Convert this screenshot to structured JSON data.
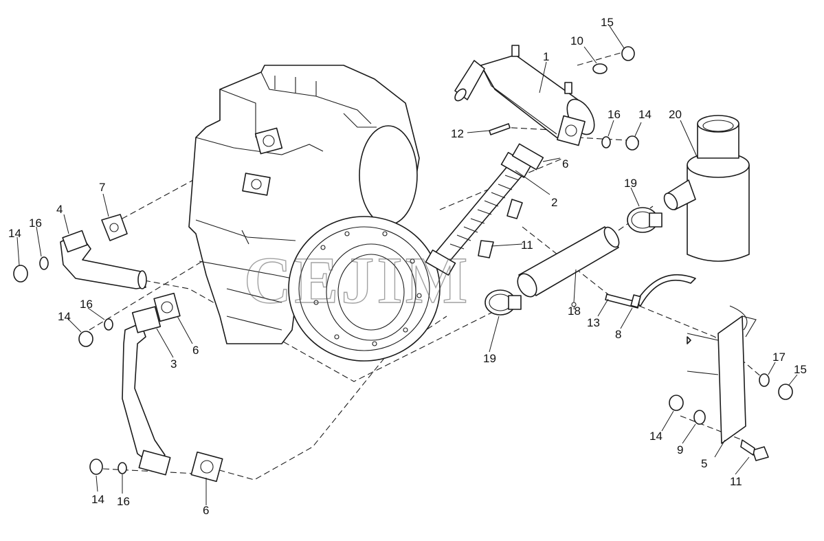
{
  "diagram": {
    "watermark": "CEJIM",
    "callouts": [
      {
        "id": "c1",
        "label": "1"
      },
      {
        "id": "c2",
        "label": "2"
      },
      {
        "id": "c3",
        "label": "3"
      },
      {
        "id": "c4",
        "label": "4"
      },
      {
        "id": "c5",
        "label": "5"
      },
      {
        "id": "c6a",
        "label": "6"
      },
      {
        "id": "c6b",
        "label": "6"
      },
      {
        "id": "c6c",
        "label": "6"
      },
      {
        "id": "c7",
        "label": "7"
      },
      {
        "id": "c8",
        "label": "8"
      },
      {
        "id": "c9",
        "label": "9"
      },
      {
        "id": "c10",
        "label": "10"
      },
      {
        "id": "c11a",
        "label": "11"
      },
      {
        "id": "c11b",
        "label": "11"
      },
      {
        "id": "c12",
        "label": "12"
      },
      {
        "id": "c13",
        "label": "13"
      },
      {
        "id": "c14a",
        "label": "14"
      },
      {
        "id": "c14b",
        "label": "14"
      },
      {
        "id": "c14c",
        "label": "14"
      },
      {
        "id": "c14d",
        "label": "14"
      },
      {
        "id": "c14e",
        "label": "14"
      },
      {
        "id": "c15a",
        "label": "15"
      },
      {
        "id": "c15b",
        "label": "15"
      },
      {
        "id": "c16a",
        "label": "16"
      },
      {
        "id": "c16b",
        "label": "16"
      },
      {
        "id": "c16c",
        "label": "16"
      },
      {
        "id": "c16d",
        "label": "16"
      },
      {
        "id": "c17",
        "label": "17"
      },
      {
        "id": "c18",
        "label": "18"
      },
      {
        "id": "c19a",
        "label": "19"
      },
      {
        "id": "c19b",
        "label": "19"
      },
      {
        "id": "c20",
        "label": "20"
      }
    ]
  }
}
